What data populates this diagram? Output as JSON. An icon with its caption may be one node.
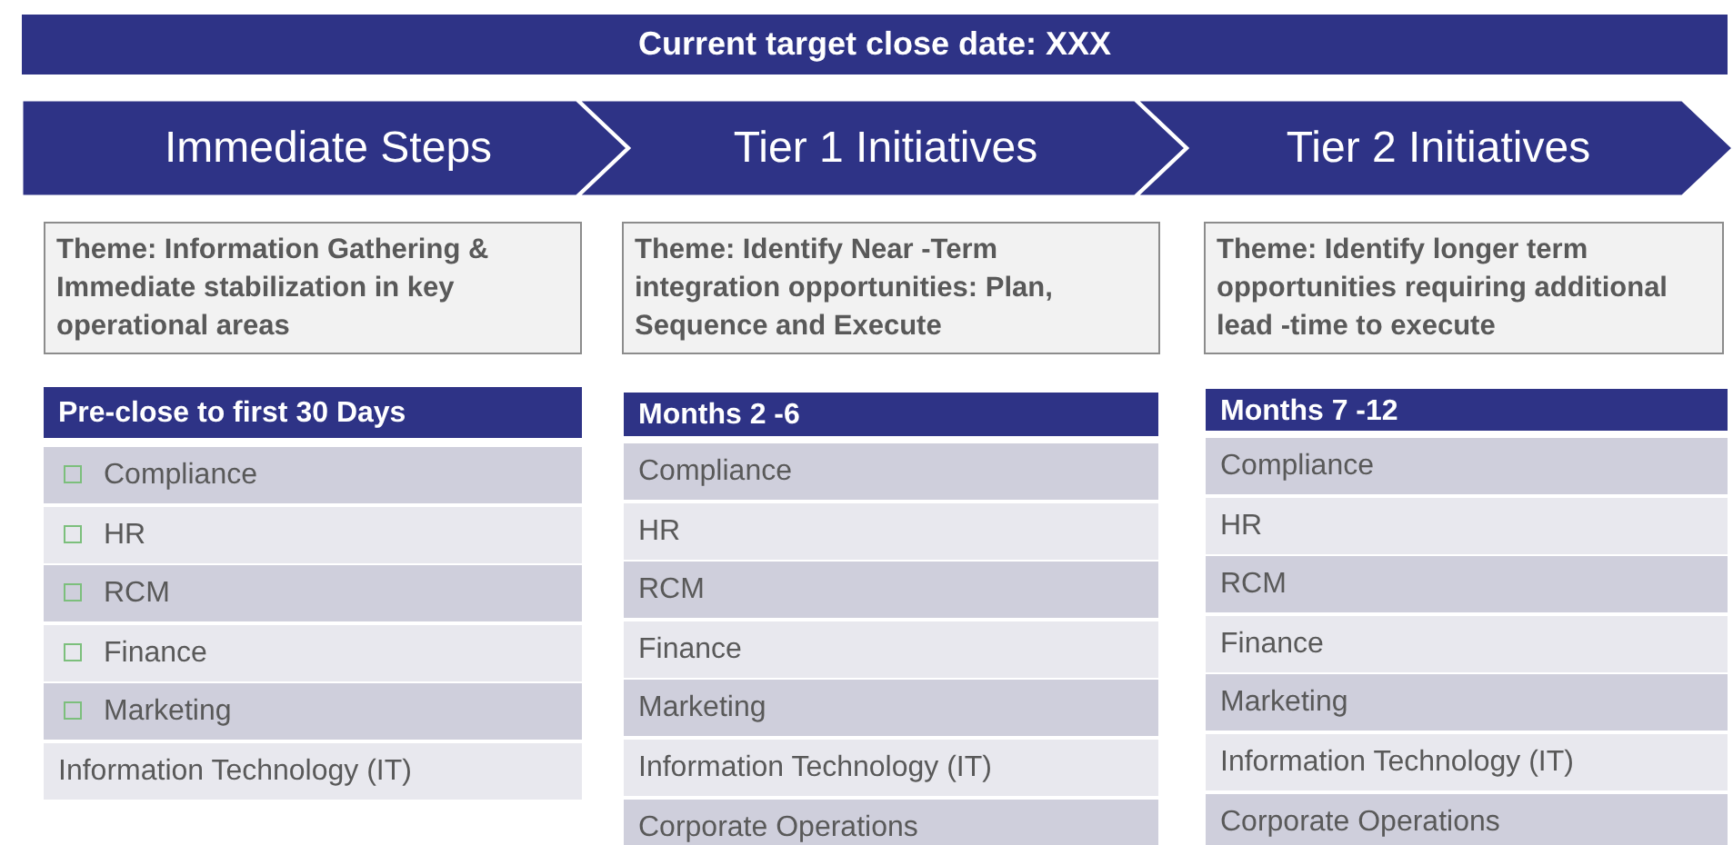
{
  "diagram": {
    "title": "Current target close date: XXX",
    "nodes": [
      {
        "text": [
          "Immediate Steps"
        ]
      },
      {
        "text": [
          "Tier 1 Initiatives"
        ]
      },
      {
        "text": [
          "Tier 2 Initiatives"
        ]
      },
      {
        "text": [
          "Theme: Information Gathering & Immediate stabilization in key operational areas"
        ]
      },
      {
        "text": [
          "Theme: Identify Near -Term integration opportunities: Plan, Sequence and Execute"
        ]
      },
      {
        "text": [
          "Theme: Identify longer term opportunities requiring additional lead -time to execute"
        ]
      },
      {
        "text": [
          "Pre-close to first 30 Days"
        ]
      },
      {
        "text": [
          "Compliance"
        ]
      },
      {
        "text": [
          "HR"
        ]
      },
      {
        "text": [
          "RCM"
        ]
      },
      {
        "text": [
          "Finance"
        ]
      },
      {
        "text": [
          "Marketing"
        ]
      },
      {
        "text": [
          "Information Technology (IT)"
        ]
      },
      {
        "text": [
          "Months 2 -6"
        ]
      },
      {
        "text": [
          "Compliance"
        ]
      },
      {
        "text": [
          "HR"
        ]
      },
      {
        "text": [
          "RCM"
        ]
      },
      {
        "text": [
          "Finance"
        ]
      },
      {
        "text": [
          "Marketing"
        ]
      },
      {
        "text": [
          "Information Technology (IT)"
        ]
      },
      {
        "text": [
          "Corporate Operations"
        ]
      },
      {
        "text": [
          "Months 7 -12"
        ]
      },
      {
        "text": [
          "Compliance"
        ]
      },
      {
        "text": [
          "HR"
        ]
      },
      {
        "text": [
          "RCM"
        ]
      },
      {
        "text": [
          "Finance"
        ]
      },
      {
        "text": [
          "Marketing"
        ]
      },
      {
        "text": [
          "Information Technology (IT)"
        ]
      },
      {
        "text": [
          "Corporate Operations"
        ]
      }
    ]
  }
}
